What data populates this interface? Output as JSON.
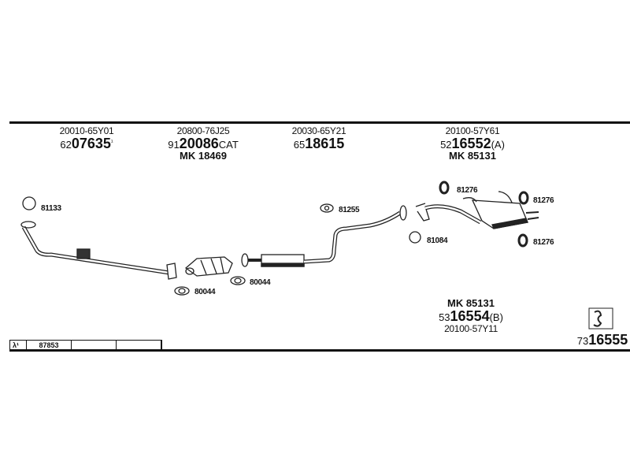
{
  "parts_top": [
    {
      "oe": "20010-65Y01",
      "prefix": "62",
      "number": "07635",
      "suffix": "¹",
      "mk": ""
    },
    {
      "oe": "20800-76J25",
      "prefix": "91",
      "number": "20086",
      "suffix": "CAT",
      "mk": "MK 18469"
    },
    {
      "oe": "20030-65Y21",
      "prefix": "65",
      "number": "18615",
      "suffix": "",
      "mk": ""
    },
    {
      "oe": "20100-57Y61",
      "prefix": "52",
      "number": "16552",
      "suffix": "(A)",
      "mk": "MK 85131"
    }
  ],
  "part_bottom": {
    "mk": "MK 85131",
    "prefix": "53",
    "number": "16554",
    "suffix": "(B)",
    "oe": "20100-57Y11"
  },
  "kit": {
    "prefix": "73",
    "number": "16555"
  },
  "fittings": {
    "ring_front": "81133",
    "gasket_a": "80044",
    "gasket_b": "80044",
    "clamp": "81255",
    "ring_rear": "81084",
    "hanger_1": "81276",
    "hanger_2": "81276",
    "hanger_3": "81276"
  },
  "table": {
    "lambda": "λ¹",
    "code": "87853",
    "cell3": "",
    "cell4": ""
  }
}
